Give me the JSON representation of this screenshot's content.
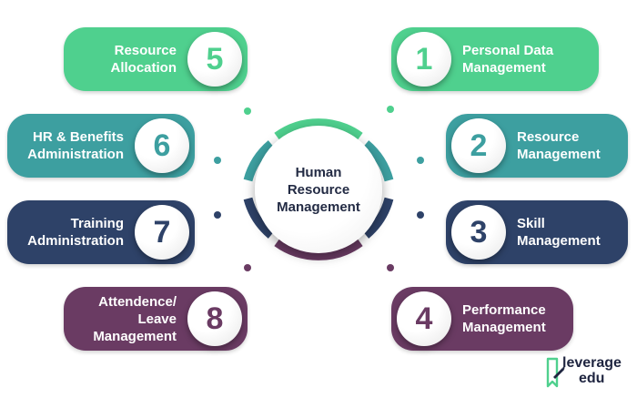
{
  "center": {
    "lines": [
      "Human",
      "Resource",
      "Management"
    ]
  },
  "items": [
    {
      "number": "1",
      "lines": [
        "Personal Data",
        "Management"
      ],
      "color": "#4fd08e"
    },
    {
      "number": "2",
      "lines": [
        "Resource",
        "Management"
      ],
      "color": "#3d9fa0"
    },
    {
      "number": "3",
      "lines": [
        "Skill",
        "Management"
      ],
      "color": "#2e4268"
    },
    {
      "number": "4",
      "lines": [
        "Performance",
        "Management"
      ],
      "color": "#6a3b63"
    },
    {
      "number": "5",
      "lines": [
        "Resource",
        "Allocation"
      ],
      "color": "#4fd08e"
    },
    {
      "number": "6",
      "lines": [
        "HR & Benefits",
        "Administration"
      ],
      "color": "#3d9fa0"
    },
    {
      "number": "7",
      "lines": [
        "Training",
        "Administration"
      ],
      "color": "#2e4268"
    },
    {
      "number": "8",
      "lines": [
        "Attendence/",
        "Leave",
        "Management"
      ],
      "color": "#6a3b63"
    }
  ],
  "logo": {
    "line1": "leverage",
    "line2": "edu",
    "icon": "rocket-bookmark-icon",
    "color": "#1f2540",
    "accent": "#4fd08e"
  }
}
